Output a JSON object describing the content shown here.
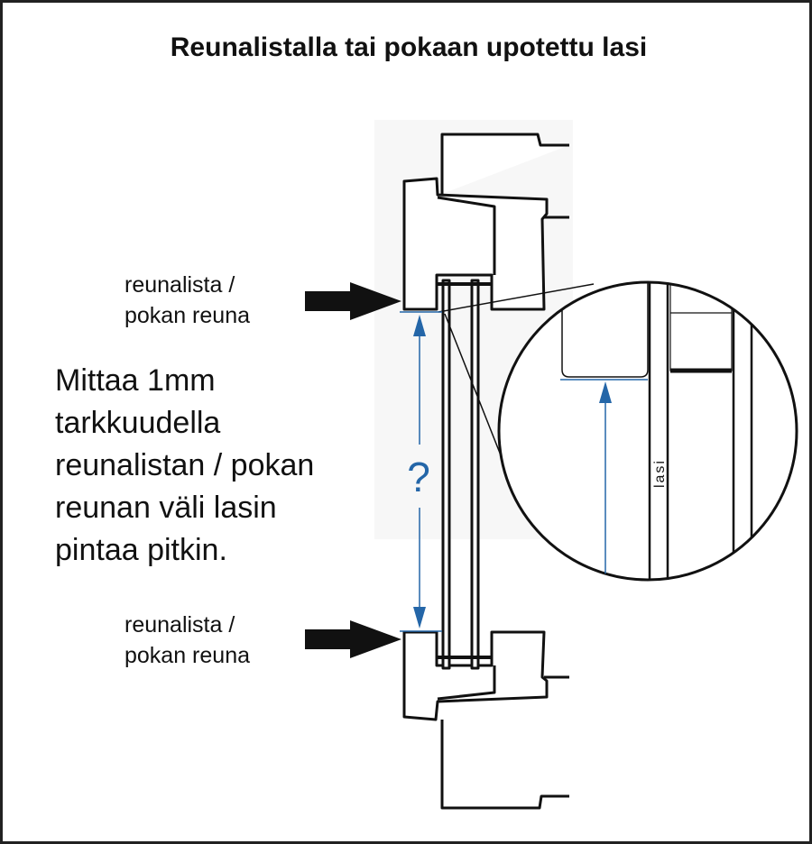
{
  "title": "Reunalistalla tai pokaan upotettu lasi",
  "labels": {
    "top": [
      "reunalista /",
      "pokan reuna"
    ],
    "bottom": [
      "reunalista /",
      "pokan reuna"
    ]
  },
  "instruction": [
    "Mittaa 1mm",
    "tarkkuudella",
    "reunalistan / pokan",
    "reunan väli lasin",
    "pintaa pitkin."
  ],
  "measure_symbol": "?",
  "glass_label": "lasi",
  "colors": {
    "accent": "#2466a8",
    "line": "#111111"
  }
}
